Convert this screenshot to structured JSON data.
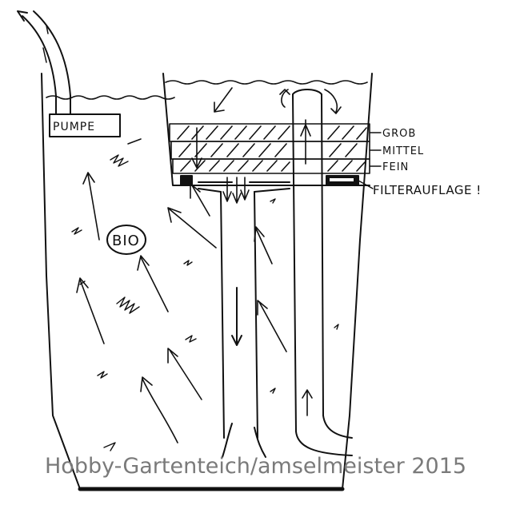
{
  "labels": {
    "pump": "PUMPE",
    "bio": "BIO",
    "coarse": "GROB",
    "medium": "MITTEL",
    "fine": "FEIN",
    "filter_support": "FILTERAUFLAGE !"
  },
  "watermark": "Hobby-Gartenteich/amselmeister 2015",
  "colors": {
    "ink": "#111111",
    "watermark": "#7a7a7a",
    "background": "#ffffff"
  }
}
